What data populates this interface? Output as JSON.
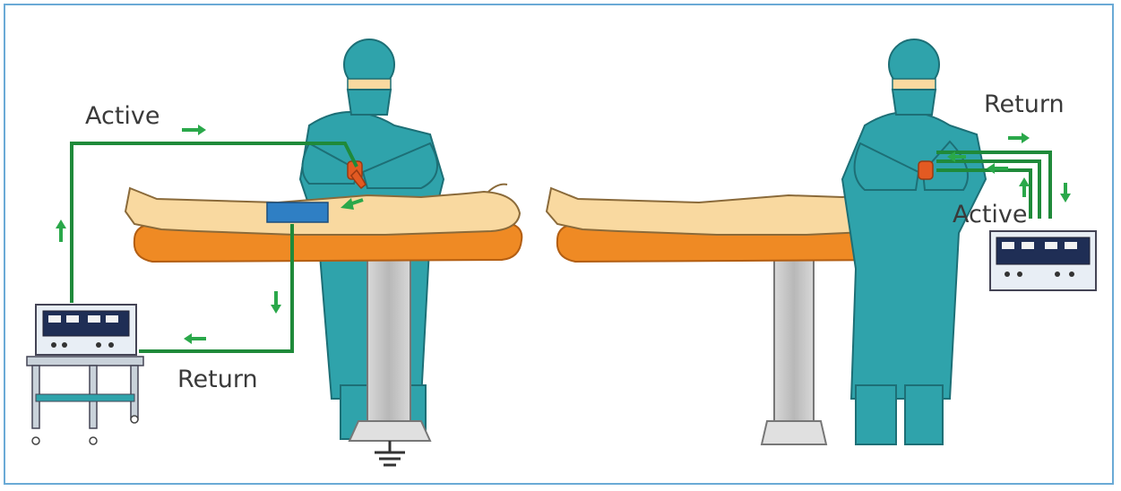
{
  "left_panel": {
    "labels": {
      "active": "Active",
      "return": "Return"
    }
  },
  "right_panel": {
    "labels": {
      "active": "Active",
      "return": "Return"
    }
  },
  "colors": {
    "circuit_wire": "#1f8a3a",
    "arrow": "#2aa84a",
    "gown": "#2fa3ab",
    "skin": "#f9d9a0",
    "pad": "#ef8a24",
    "frame": "#6aaad6",
    "return_pad": "#2f7fc4"
  }
}
